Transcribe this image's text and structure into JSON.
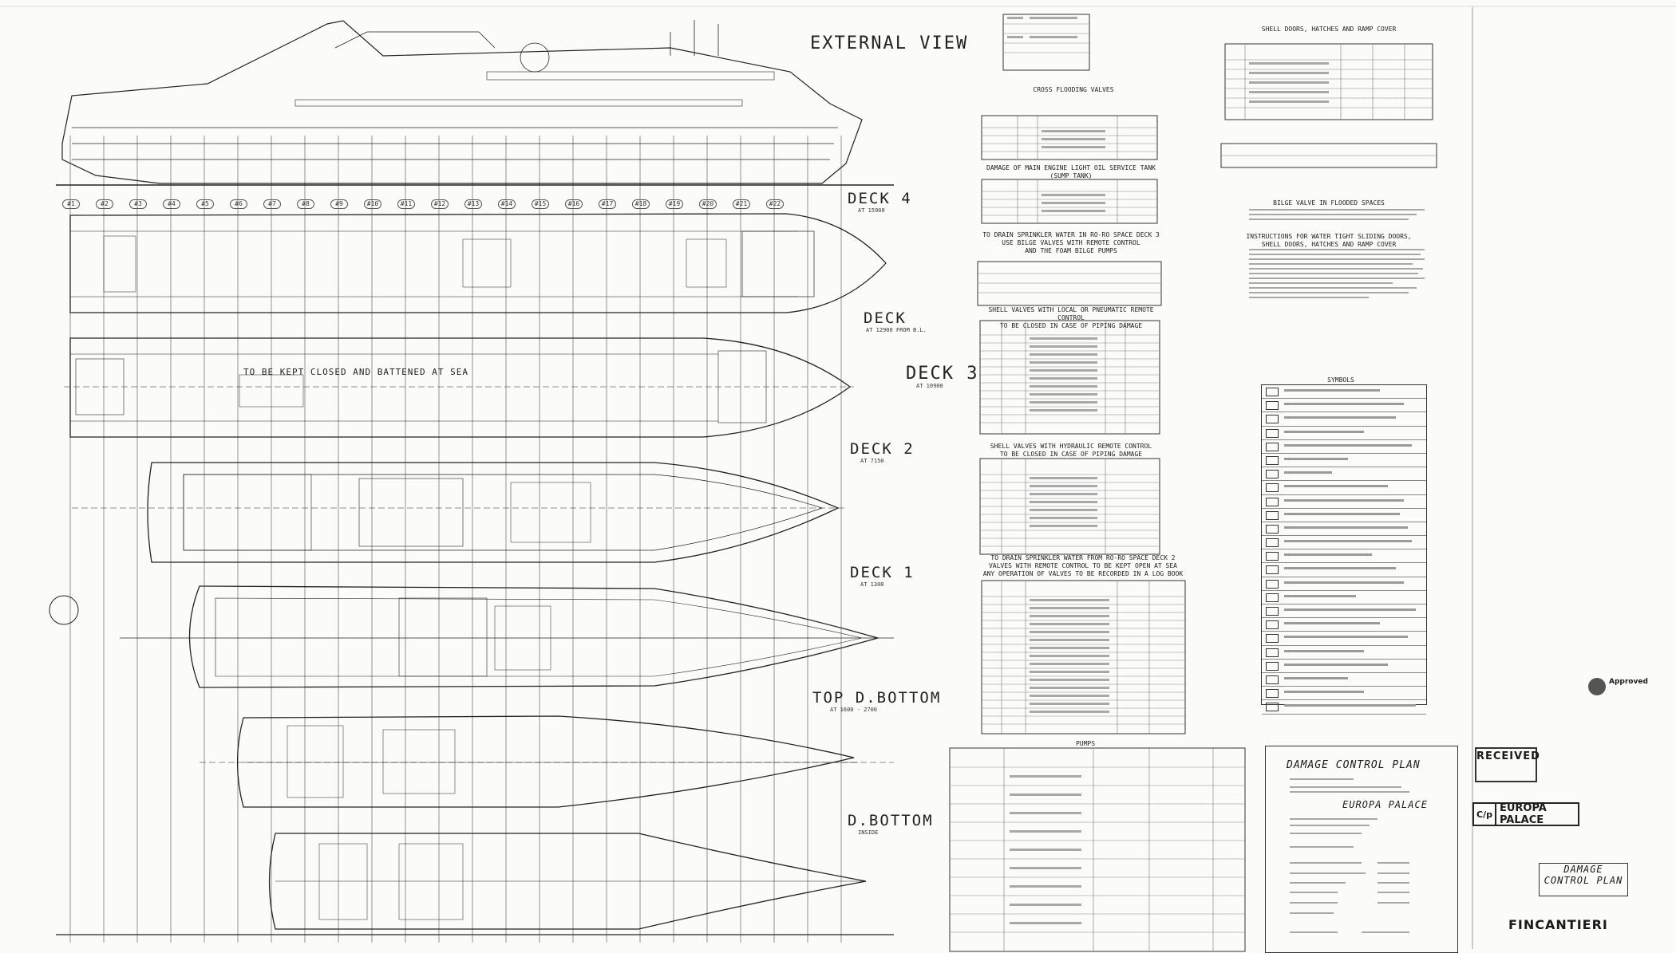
{
  "drawing": {
    "title": "DAMAGE CONTROL PLAN",
    "ship_name": "EUROPA PALACE",
    "builder": "FINCANTIERI"
  },
  "views": [
    {
      "key": "external",
      "label": "EXTERNAL VIEW"
    },
    {
      "key": "deck4",
      "label": "DECK 4",
      "sub": "AT 15900"
    },
    {
      "key": "deck",
      "label": "DECK",
      "sub": "AT 12900 FROM B.L."
    },
    {
      "key": "deck3",
      "label": "DECK 3",
      "sub": "AT 10900"
    },
    {
      "key": "deck2",
      "label": "DECK 2",
      "sub": "AT 7150"
    },
    {
      "key": "deck1",
      "label": "DECK 1",
      "sub": "AT 1300"
    },
    {
      "key": "topdb",
      "label": "TOP D.BOTTOM",
      "sub": "AT 1600 - 2700"
    },
    {
      "key": "dbottom",
      "label": "D.BOTTOM",
      "sub": "INSIDE"
    }
  ],
  "notes": {
    "battened": "TO BE KEPT CLOSED AND BATTENED AT SEA"
  },
  "frames": [
    "#1",
    "#2",
    "#3",
    "#4",
    "#5",
    "#6",
    "#7",
    "#8",
    "#9",
    "#10",
    "#11",
    "#12",
    "#13",
    "#14",
    "#15",
    "#16",
    "#17",
    "#18",
    "#19",
    "#20",
    "#21",
    "#22"
  ],
  "tables": {
    "cross_flooding": "CROSS FLOODING VALVES",
    "fuel_damage": "DAMAGE OF MAIN ENGINE LIGHT OIL SERVICE TANK (SUMP TANK)",
    "drain_sprinkler": "TO DRAIN SPRINKLER WATER IN RO-RO SPACE DECK 3\nUSE BILGE VALVES WITH REMOTE CONTROL\nAND THE FOAM BILGE PUMPS",
    "shell_valves": "SHELL VALVES WITH LOCAL OR PNEUMATIC REMOTE CONTROL\nTO BE CLOSED IN CASE OF PIPING DAMAGE",
    "shell_valves_2": "SHELL VALVES WITH HYDRAULIC REMOTE CONTROL\nTO BE CLOSED IN CASE OF PIPING DAMAGE",
    "drain_deck2": "TO DRAIN SPRINKLER WATER FROM RO-RO SPACE DECK 2\nVALVES WITH REMOTE CONTROL TO BE KEPT OPEN AT SEA\nANY OPERATION OF VALVES TO BE RECORDED IN A LOG BOOK",
    "pumps": "PUMPS",
    "shell_doors": "SHELL DOORS, HATCHES AND RAMP COVER",
    "bilge_flooded": "BILGE VALVE IN FLOODED SPACES",
    "instructions": "INSTRUCTIONS FOR WATER TIGHT SLIDING DOORS,\nSHELL DOORS, HATCHES AND RAMP COVER",
    "symbols": "SYMBOLS"
  },
  "stamps": {
    "received": "RECEIVED",
    "approved": "Approved"
  }
}
